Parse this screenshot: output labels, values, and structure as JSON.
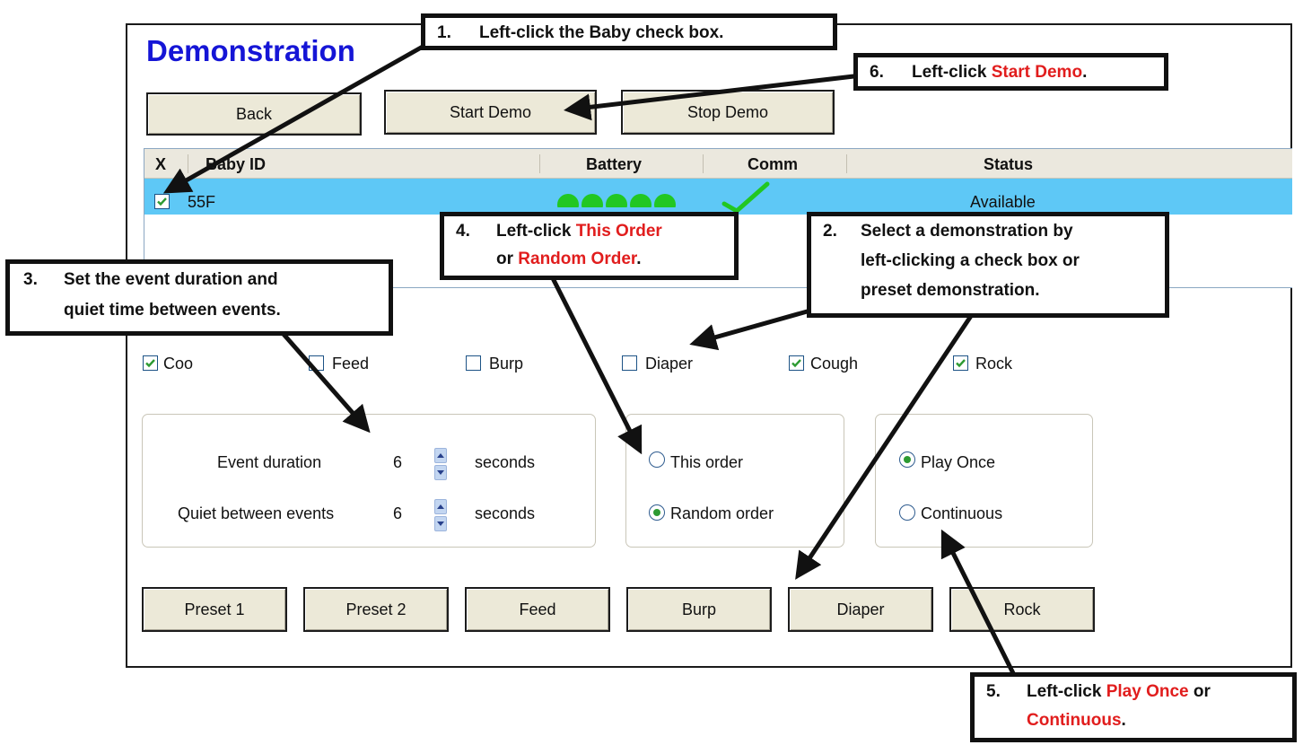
{
  "window": {
    "title": "Demonstration"
  },
  "toolbar": {
    "back_label": "Back",
    "start_demo_label": "Start Demo",
    "stop_demo_label": "Stop Demo"
  },
  "grid": {
    "columns": [
      "X",
      "Baby ID",
      "Battery",
      "Comm",
      "Status"
    ],
    "rows": [
      {
        "checked": true,
        "baby_id": "55F",
        "battery_level": 5,
        "comm": "ok",
        "status": "Available"
      }
    ]
  },
  "events": [
    {
      "label": "Coo",
      "checked": true
    },
    {
      "label": "Feed",
      "checked": false
    },
    {
      "label": "Burp",
      "checked": false
    },
    {
      "label": "Diaper",
      "checked": false
    },
    {
      "label": "Cough",
      "checked": true
    },
    {
      "label": "Rock",
      "checked": true
    }
  ],
  "timing": {
    "event_duration_label": "Event duration",
    "event_duration_value": "6",
    "event_duration_unit": "seconds",
    "quiet_label": "Quiet between events",
    "quiet_value": "6",
    "quiet_unit": "seconds"
  },
  "order": {
    "this_order_label": "This order",
    "random_order_label": "Random order",
    "selected": "random"
  },
  "play": {
    "play_once_label": "Play Once",
    "continuous_label": "Continuous",
    "selected": "once"
  },
  "presets": [
    "Preset 1",
    "Preset 2",
    "Feed",
    "Burp",
    "Diaper",
    "Rock"
  ],
  "callouts": {
    "c1": {
      "num": "1.",
      "text": "Left-click the Baby check box."
    },
    "c2": {
      "num": "2.",
      "line1": "Select a demonstration by",
      "line2": "left-clicking a check box or",
      "line3": "preset demonstration."
    },
    "c3": {
      "num": "3.",
      "line1": "Set the event duration and",
      "line2": "quiet time between events."
    },
    "c4": {
      "num": "4.",
      "line1_pre": "Left-click ",
      "line1_red": "This Order",
      "line2_pre": "or ",
      "line2_red": "Random Order",
      "line2_post": "."
    },
    "c5": {
      "num": "5.",
      "line1_pre": "Left-click ",
      "line1_red": "Play Once",
      "line1_post": " or",
      "line2_red": "Continuous",
      "line2_post": "."
    },
    "c6": {
      "num": "6.",
      "pre": "Left-click ",
      "red": "Start Demo",
      "post": "."
    }
  },
  "colors": {
    "title_blue": "#1515d6",
    "row_highlight": "#5ec8f6",
    "callout_red": "#e11d1d",
    "battery_green": "#22c722",
    "check_green": "#2d9a32"
  },
  "icons": {
    "battery": "battery-dots-icon",
    "comm": "checkmark-icon",
    "spin": "spin-up-down-icon"
  }
}
